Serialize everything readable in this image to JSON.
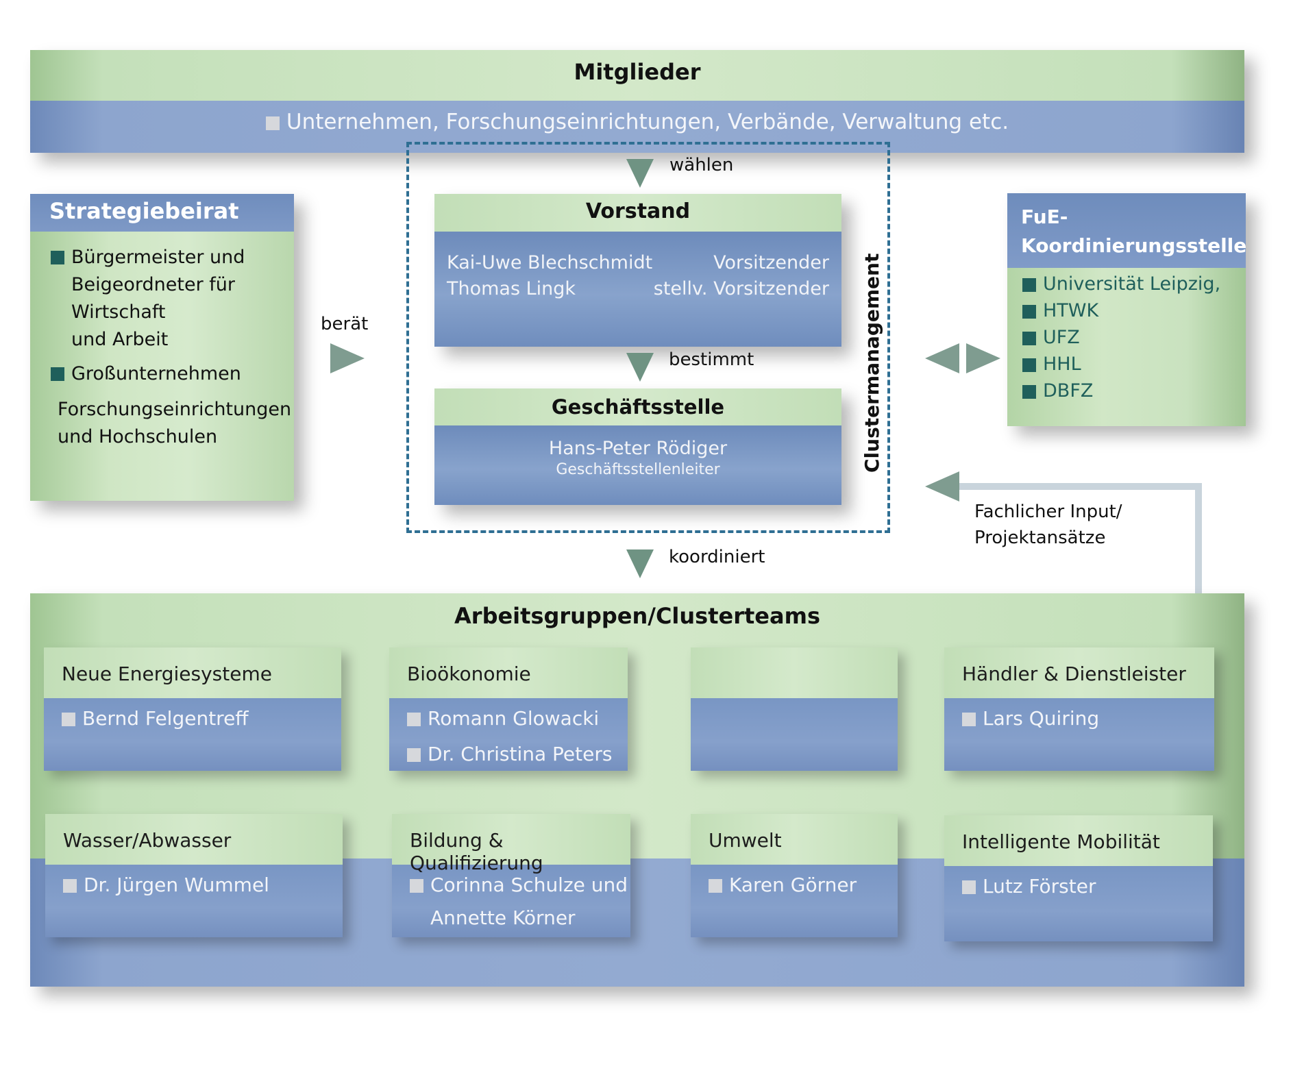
{
  "mitglieder": {
    "title": "Mitglieder",
    "members": "Unternehmen, Forschungseinrichtungen, Verbände, Verwaltung etc."
  },
  "arrows": {
    "waehlen": "wählen",
    "bestimmt": "bestimmt",
    "koordiniert": "koordiniert",
    "beraet": "berät",
    "fachlicher_input": [
      "Fachlicher Input/",
      "Projektansätze"
    ]
  },
  "strategiebeirat": {
    "title": "Strategiebeirat",
    "items": [
      [
        "Bürgermeister und",
        "Beigeordneter für",
        "Wirtschaft",
        "und Arbeit"
      ],
      [
        "Großunternehmen"
      ],
      [
        "Forschungseinrichtungen",
        "und Hochschulen"
      ]
    ]
  },
  "vorstand": {
    "title": "Vorstand",
    "rows": [
      {
        "name": "Kai-Uwe Blechschmidt",
        "role": "Vorsitzender"
      },
      {
        "name": "Thomas Lingk",
        "role": "stellv. Vorsitzender"
      }
    ]
  },
  "geschaeftsstelle": {
    "title": "Geschäftsstelle",
    "name": "Hans-Peter Rödiger",
    "role": "Geschäftsstellenleiter"
  },
  "clustermanagement": "Clustermanagement",
  "fue": {
    "title_line1": "FuE-",
    "title_line2": "Koordinierungsstelle",
    "items": [
      "Universität Leipzig,",
      "HTWK",
      "UFZ",
      "HHL",
      "DBFZ"
    ]
  },
  "arbeitsgruppen": {
    "title": "Arbeitsgruppen/Clusterteams",
    "teams": [
      {
        "title": "Neue Energiesysteme",
        "members": [
          "Bernd Felgentreff"
        ]
      },
      {
        "title": "Bioökonomie",
        "members": [
          "Romann Glowacki",
          "Dr. Christina Peters"
        ]
      },
      {
        "title": "",
        "members": []
      },
      {
        "title": "Händler & Dienstleister",
        "members": [
          "Lars Quiring"
        ]
      },
      {
        "title": "Wasser/Abwasser",
        "members": [
          "Dr. Jürgen Wummel"
        ]
      },
      {
        "title": "Bildung & Qualifizierung",
        "members": [
          "Corinna Schulze und",
          "Annette Körner"
        ]
      },
      {
        "title": "Umwelt",
        "members": [
          "Karen Görner"
        ]
      },
      {
        "title": "Intelligente Mobilität",
        "members": [
          "Lutz Förster"
        ]
      }
    ]
  },
  "colors": {
    "green_header": "#c9e2bf",
    "blue_body": "#86a0cb",
    "teal_bullet": "#1f5f5b",
    "dashed_border": "#2f6f93",
    "arrow": "#6f9383"
  }
}
